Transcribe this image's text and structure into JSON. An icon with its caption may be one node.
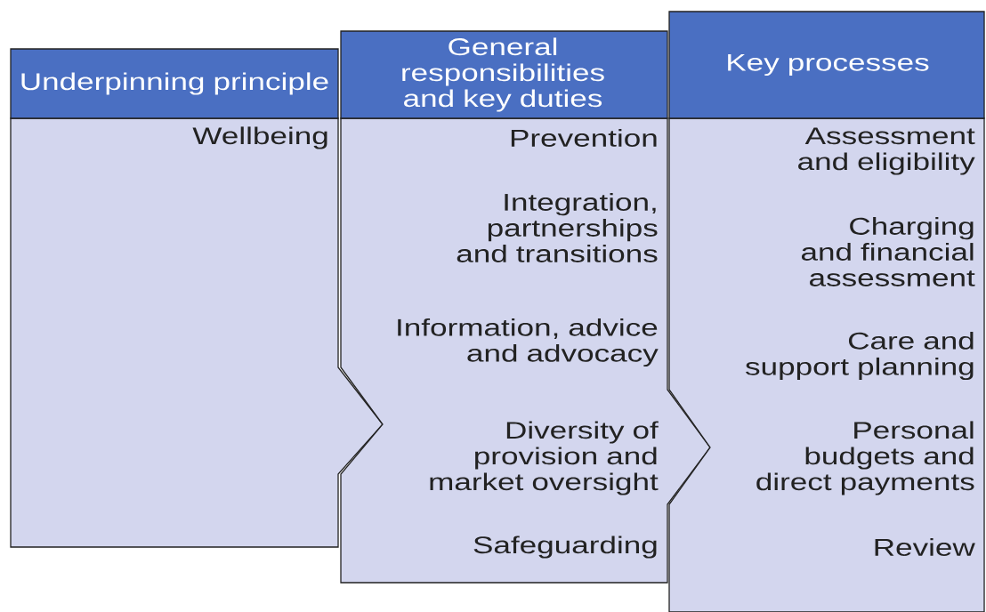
{
  "diagram": {
    "nodes": [
      {
        "text": [
          "Underpinning principle",
          "Wellbeing"
        ]
      },
      {
        "text": [
          "General responsibilities and key duties",
          "Prevention",
          "Integration, partnerships and transitions",
          "Information, advice and advocacy",
          "Diversity of provision and market oversight",
          "Safeguarding"
        ]
      },
      {
        "text": [
          "Key processes",
          "Assessment and eligibility",
          "Charging and financial assessment",
          "Care and support planning",
          "Personal budgets and direct payments",
          "Review"
        ]
      }
    ]
  }
}
